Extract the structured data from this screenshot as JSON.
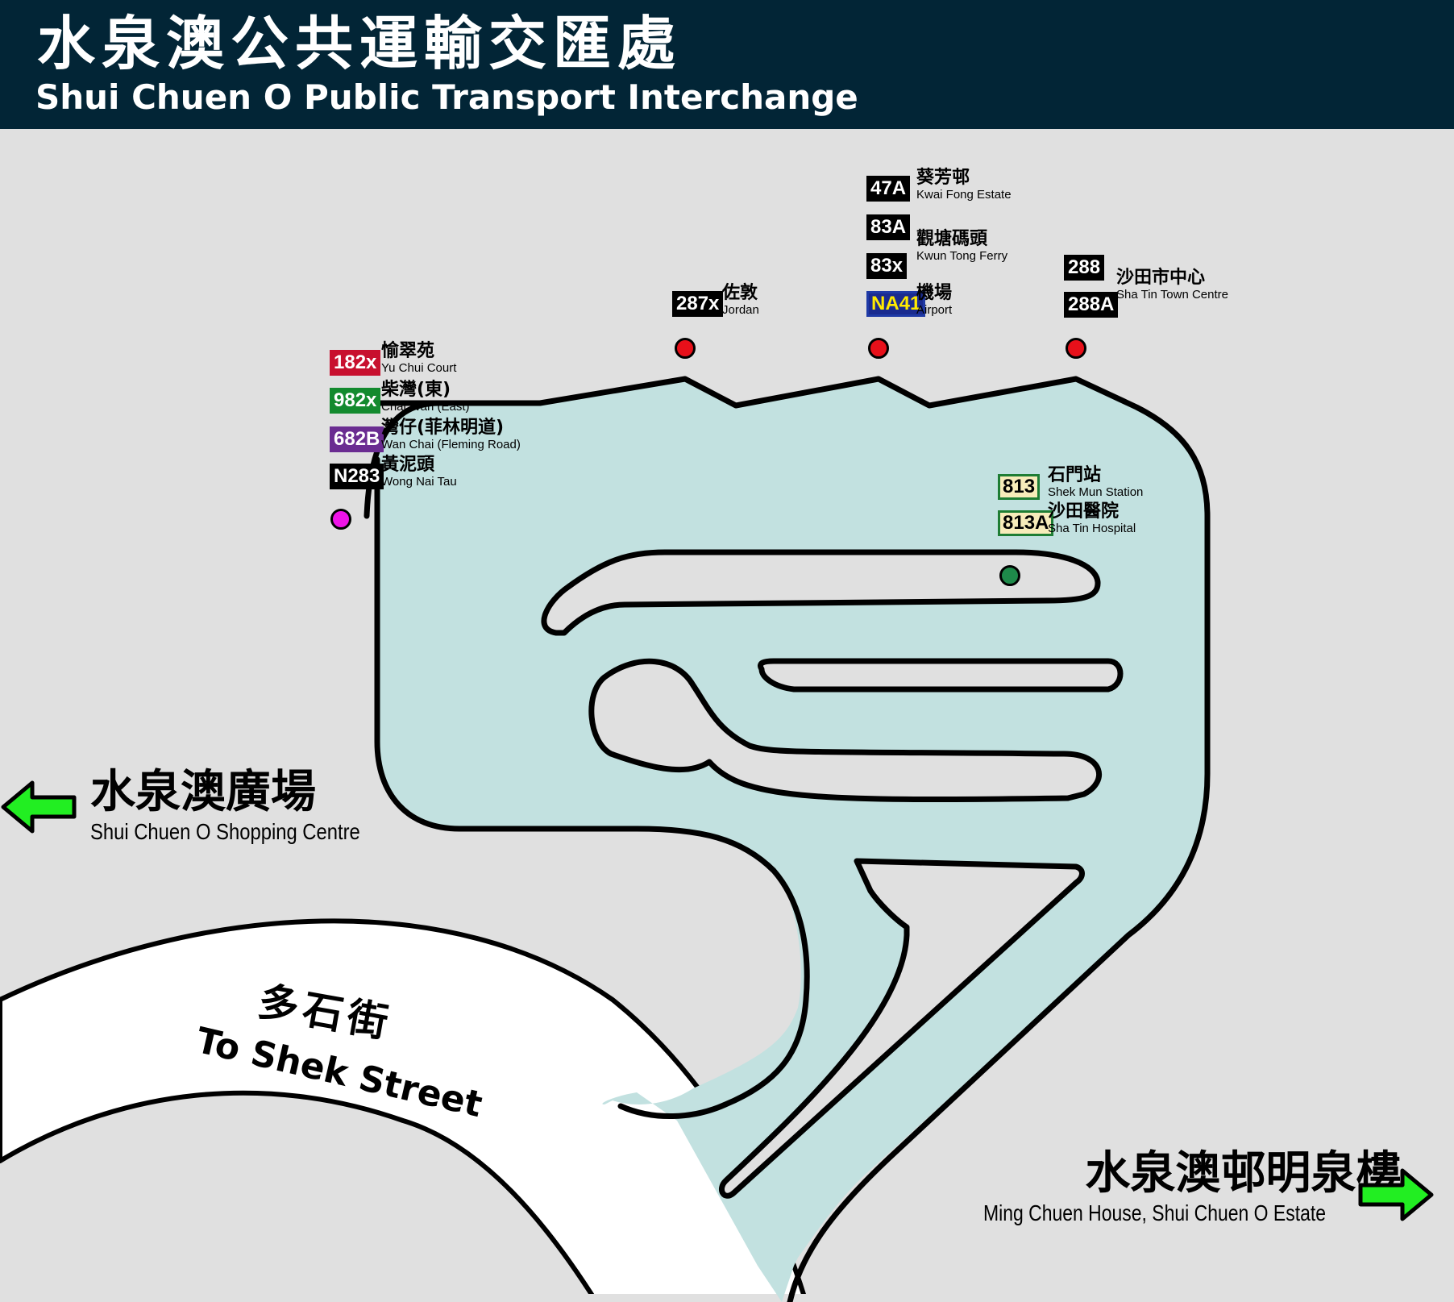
{
  "header": {
    "title_zh": "水泉澳公共運輸交匯處",
    "title_en": "Shui Chuen O Public Transport Interchange"
  },
  "stops": {
    "west": {
      "routes": [
        {
          "route": "182x",
          "zh": "愉翠苑",
          "en": "Yu Chui Court",
          "color": "#c8102e"
        },
        {
          "route": "982x",
          "zh": "柴灣(東)",
          "en": "Chai Wan (East)",
          "color": "#138a2e"
        },
        {
          "route": "682B",
          "zh": "灣仔(菲林明道)",
          "en": "Wan Chai (Fleming Road)",
          "color": "#6a2c91"
        },
        {
          "route": "N283",
          "zh": "黃泥頭",
          "en": "Wong Nai Tau",
          "color": "#000000"
        }
      ]
    },
    "jordan": {
      "route": "287x",
      "zh": "佐敦",
      "en": "Jordan"
    },
    "middle": {
      "routes": [
        {
          "route": "47A",
          "zh": "葵芳邨",
          "en": "Kwai Fong Estate"
        },
        {
          "route": "83A"
        },
        {
          "route": "83x"
        },
        {
          "route": "NA41",
          "zh": "機場",
          "en": "Airport"
        }
      ],
      "kwun_tong": {
        "zh": "觀塘碼頭",
        "en": "Kwun Tong Ferry"
      }
    },
    "shatin": {
      "routes": [
        {
          "route": "288"
        },
        {
          "route": "288A"
        }
      ],
      "zh": "沙田市中心",
      "en": "Sha Tin Town Centre"
    },
    "minibus": {
      "routes": [
        {
          "route": "813",
          "zh": "石門站",
          "en": "Shek Mun Station"
        },
        {
          "route": "813A",
          "zh": "沙田醫院",
          "en": "Sha Tin Hospital"
        }
      ]
    }
  },
  "places": {
    "shopping": {
      "zh": "水泉澳廣場",
      "en": "Shui Chuen O Shopping Centre"
    },
    "ming_chuen": {
      "zh": "水泉澳邨明泉樓",
      "en": "Ming Chuen House, Shui Chuen O Estate"
    },
    "street": {
      "zh": "多石街",
      "en": "To Shek Street"
    }
  },
  "colors": {
    "header_bg": "#022536",
    "terminus_fill": "#c2e1e0",
    "ground": "#e0e0e0",
    "road": "#ffffff",
    "arrow": "#22ee22",
    "dot_red": "#e8101a",
    "dot_magenta": "#ef13e8",
    "dot_green": "#1e8a4a",
    "minibus_green": "#1e7d34",
    "minibus_cream": "#f7ecba",
    "na41_blue": "#1a2b8f",
    "na41_text": "#ffea00"
  }
}
